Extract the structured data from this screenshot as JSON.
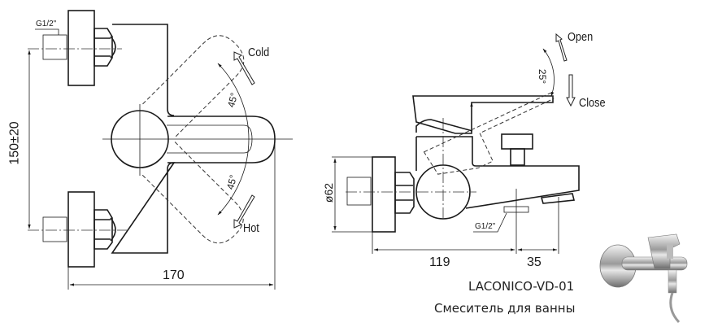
{
  "front_view": {
    "thread_label": "G1/2\"",
    "height_dim": "150±20",
    "width_dim": "170",
    "angle_up": "45°",
    "angle_down": "45°",
    "cold_label": "Cold",
    "hot_label": "Hot"
  },
  "side_view": {
    "diameter_dim": "ø62",
    "depth_dim": "119",
    "spout_dim": "35",
    "outlet_thread_label": "G1/2\"",
    "lever_angle": "25°",
    "open_label": "Open",
    "close_label": "Close"
  },
  "caption": {
    "model": "LACONICO-VD-01",
    "description": "Смеситель для ванны"
  }
}
